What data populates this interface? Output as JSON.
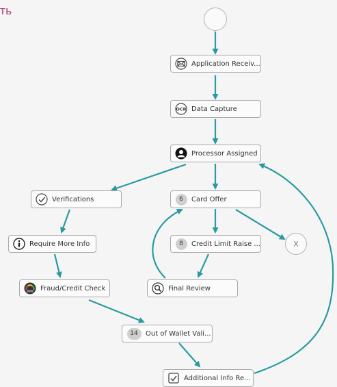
{
  "corner_text": "ть",
  "accent_color": "#2a9aa0",
  "nodes": {
    "application": {
      "label": "Application Receiv...",
      "icon": "envelope-icon"
    },
    "data_capture": {
      "label": "Data Capture",
      "icon": "ocr-scan-icon"
    },
    "processor": {
      "label": "Processor Assigned",
      "icon": "person-icon"
    },
    "verifications": {
      "label": "Verifications",
      "icon": "check-circle-icon"
    },
    "card_offer": {
      "label": "Card Offer",
      "badge": "6"
    },
    "credit_limit": {
      "label": "Credit Limit Raise ...",
      "badge": "8"
    },
    "require_info": {
      "label": "Require More Info",
      "icon": "info-icon"
    },
    "fraud_check": {
      "label": "Fraud/Credit Check",
      "icon": "gauge-icon"
    },
    "final_review": {
      "label": "Final Review",
      "icon": "magnifier-icon"
    },
    "out_of_wallet": {
      "label": "Out of Wallet Vali...",
      "badge": "14"
    },
    "additional_info": {
      "label": "Additional Info Re...",
      "icon": "checkbox-icon"
    },
    "end": {
      "label": "X"
    }
  }
}
